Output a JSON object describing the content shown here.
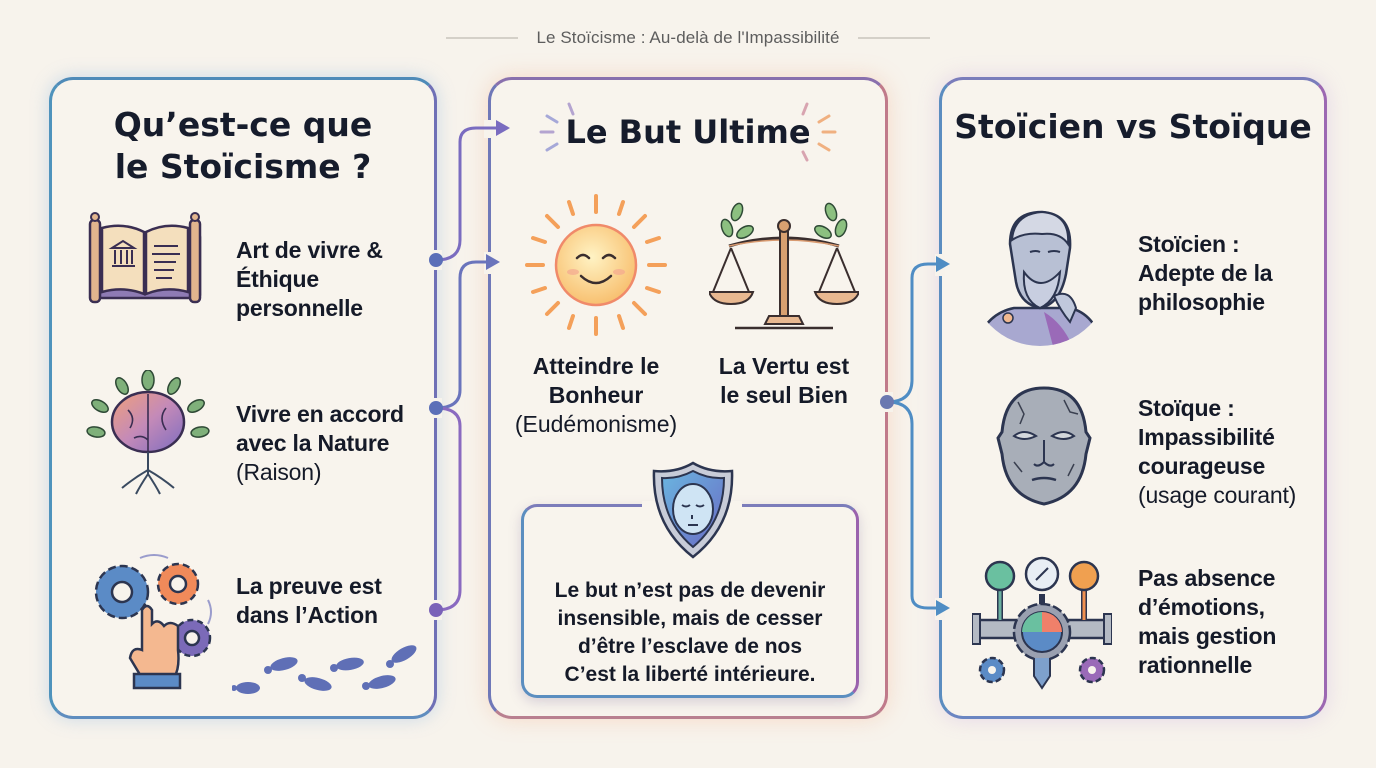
{
  "header": {
    "title": "Le Stoïcisme : Au-delà de l'Impassibilité"
  },
  "panels": {
    "left": {
      "title_line1": "Qu’est-ce que",
      "title_line2": "le Stoïcisme ?",
      "items": [
        {
          "icon": "scroll-book-icon",
          "lines": [
            "Art de vivre &",
            "Éthique",
            "personnelle"
          ],
          "sub": ""
        },
        {
          "icon": "brain-tree-icon",
          "lines": [
            "Vivre en accord",
            "avec la Nature"
          ],
          "sub": "(Raison)"
        },
        {
          "icon": "gears-hand-icon",
          "lines": [
            "La preuve est",
            "dans l’Action"
          ],
          "sub": ""
        }
      ],
      "decor": "footprints-icon"
    },
    "middle": {
      "title": "Le But Ultime",
      "items": [
        {
          "icon": "smiling-sun-icon",
          "lines": [
            "Atteindre le",
            "Bonheur"
          ],
          "sub": "(Eudémonisme)"
        },
        {
          "icon": "scales-laurel-icon",
          "lines": [
            "La Vertu est",
            "le seul Bien"
          ],
          "sub": ""
        }
      ],
      "quote": {
        "icon": "serene-mask-shield-icon",
        "lines": [
          "Le but n’est pas de devenir",
          "insensible, mais de cesser",
          "d’être l’esclave de nos",
          "C’est la liberté intérieure."
        ]
      }
    },
    "right": {
      "title": "Stoïcien vs Stoïque",
      "items": [
        {
          "icon": "philosopher-bust-icon",
          "lines": [
            "Stoïcien :",
            "Adepte de la",
            "philosophie"
          ],
          "sub": ""
        },
        {
          "icon": "stone-face-icon",
          "lines": [
            "Stoïque :",
            "Impassibilité",
            "courageuse"
          ],
          "sub": "(usage courant)"
        },
        {
          "icon": "emotion-gauges-icon",
          "lines": [
            "Pas absence",
            "d’émotions,",
            "mais gestion",
            "rationnelle"
          ],
          "sub": ""
        }
      ]
    }
  },
  "colors": {
    "background": "#f7f3ec",
    "left_border": "#5b86b8",
    "middle_border": "#8a6aa8",
    "right_border": "#7a7dbb",
    "connector_left": "#6a6fb8",
    "connector_right": "#4f8dc4",
    "text": "#151a28"
  }
}
